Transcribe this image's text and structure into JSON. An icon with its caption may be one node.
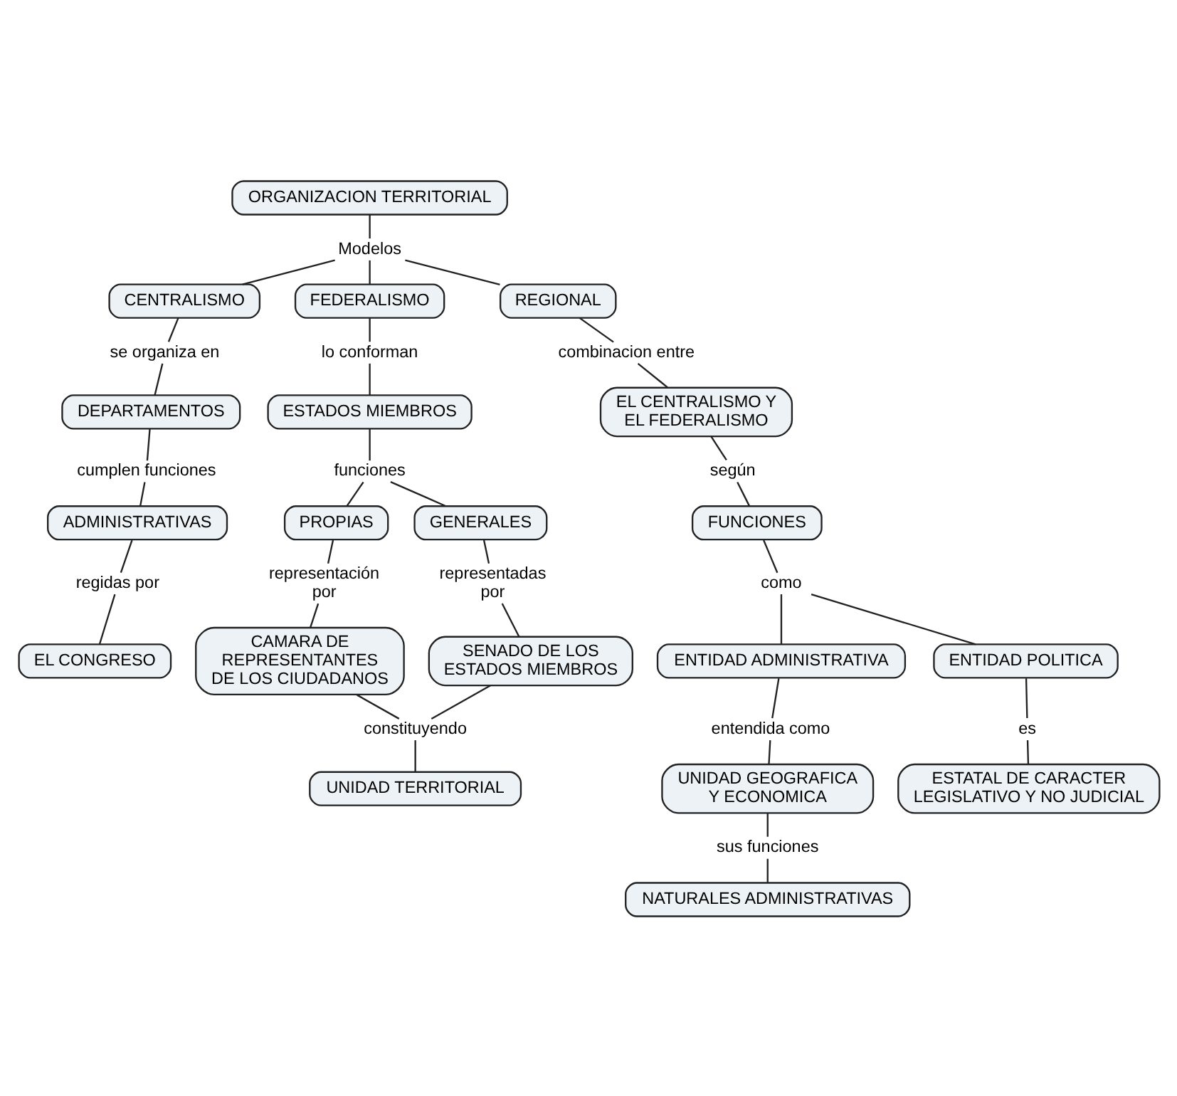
{
  "diagram": {
    "nodes": [
      {
        "text": [
          "ORGANIZACION TERRITORIAL"
        ]
      },
      {
        "text": [
          "Modelos"
        ]
      },
      {
        "text": [
          "CENTRALISMO"
        ]
      },
      {
        "text": [
          "FEDERALISMO"
        ]
      },
      {
        "text": [
          "REGIONAL"
        ]
      },
      {
        "text": [
          "se organiza en"
        ]
      },
      {
        "text": [
          "lo conforman"
        ]
      },
      {
        "text": [
          "combinacion entre"
        ]
      },
      {
        "text": [
          "DEPARTAMENTOS"
        ]
      },
      {
        "text": [
          "ESTADOS MIEMBROS"
        ]
      },
      {
        "text": [
          "EL CENTRALISMO Y EL FEDERALISMO"
        ]
      },
      {
        "text": [
          "funciones"
        ]
      },
      {
        "text": [
          "PROPIAS"
        ]
      },
      {
        "text": [
          "GENERALES"
        ]
      },
      {
        "text": [
          "cumplen funciones"
        ]
      },
      {
        "text": [
          "según"
        ]
      },
      {
        "text": [
          "ADMINISTRATIVAS"
        ]
      },
      {
        "text": [
          "representación por"
        ]
      },
      {
        "text": [
          "representadas por"
        ]
      },
      {
        "text": [
          "regidas por"
        ]
      },
      {
        "text": [
          "FUNCIONES"
        ]
      },
      {
        "text": [
          "CAMARA DE REPRESENTANTES DE LOS CIUDADANOS"
        ]
      },
      {
        "text": [
          "SENADO DE LOS ESTADOS MIEMBROS"
        ]
      },
      {
        "text": [
          "EL CONGRESO"
        ]
      },
      {
        "text": [
          "como"
        ]
      },
      {
        "text": [
          "constituyendo"
        ]
      },
      {
        "text": [
          "ENTIDAD ADMINISTRATIVA"
        ]
      },
      {
        "text": [
          "ENTIDAD POLITICA"
        ]
      },
      {
        "text": [
          "UNIDAD TERRITORIAL"
        ]
      },
      {
        "text": [
          "entendida como"
        ]
      },
      {
        "text": [
          "es"
        ]
      },
      {
        "text": [
          "UNIDAD GEOGRAFICA Y ECONOMICA"
        ]
      },
      {
        "text": [
          "ESTATAL DE CARACTER LEGISLATIVO Y NO JUDICIAL"
        ]
      },
      {
        "text": [
          "sus funciones"
        ]
      },
      {
        "text": [
          "NATURALES ADMINISTRATIVAS"
        ]
      }
    ],
    "edges": [
      {
        "from": 0,
        "to": 1,
        "arrow": "none"
      },
      {
        "from": 1,
        "to": 2,
        "arrow": "none"
      },
      {
        "from": 1,
        "to": 3,
        "arrow": "none"
      },
      {
        "from": 1,
        "to": 4,
        "arrow": "none"
      },
      {
        "from": 2,
        "to": 5,
        "arrow": "none"
      },
      {
        "from": 5,
        "to": 8,
        "arrow": "none"
      },
      {
        "from": 8,
        "to": 14,
        "arrow": "none"
      },
      {
        "from": 14,
        "to": 16,
        "arrow": "none"
      },
      {
        "from": 16,
        "to": 19,
        "arrow": "none"
      },
      {
        "from": 19,
        "to": 23,
        "arrow": "none"
      },
      {
        "from": 3,
        "to": 6,
        "arrow": "none"
      },
      {
        "from": 6,
        "to": 9,
        "arrow": "none"
      },
      {
        "from": 9,
        "to": 11,
        "arrow": "none"
      },
      {
        "from": 11,
        "to": 12,
        "arrow": "none"
      },
      {
        "from": 11,
        "to": 13,
        "arrow": "none"
      },
      {
        "from": 12,
        "to": 17,
        "arrow": "none"
      },
      {
        "from": 17,
        "to": 21,
        "arrow": "none"
      },
      {
        "from": 13,
        "to": 18,
        "arrow": "none"
      },
      {
        "from": 18,
        "to": 22,
        "arrow": "none"
      },
      {
        "from": 21,
        "to": 25,
        "arrow": "none"
      },
      {
        "from": 22,
        "to": 25,
        "arrow": "none"
      },
      {
        "from": 25,
        "to": 28,
        "arrow": "none"
      },
      {
        "from": 4,
        "to": 7,
        "arrow": "none"
      },
      {
        "from": 7,
        "to": 10,
        "arrow": "none"
      },
      {
        "from": 10,
        "to": 15,
        "arrow": "none"
      },
      {
        "from": 15,
        "to": 20,
        "arrow": "none"
      },
      {
        "from": 20,
        "to": 24,
        "arrow": "none"
      },
      {
        "from": 24,
        "to": 26,
        "arrow": "none"
      },
      {
        "from": 24,
        "to": 27,
        "arrow": "none"
      },
      {
        "from": 26,
        "to": 29,
        "arrow": "none"
      },
      {
        "from": 29,
        "to": 31,
        "arrow": "none"
      },
      {
        "from": 31,
        "to": 33,
        "arrow": "none"
      },
      {
        "from": 33,
        "to": 34,
        "arrow": "none"
      },
      {
        "from": 27,
        "to": 30,
        "arrow": "none"
      },
      {
        "from": 30,
        "to": 32,
        "arrow": "none"
      }
    ]
  }
}
